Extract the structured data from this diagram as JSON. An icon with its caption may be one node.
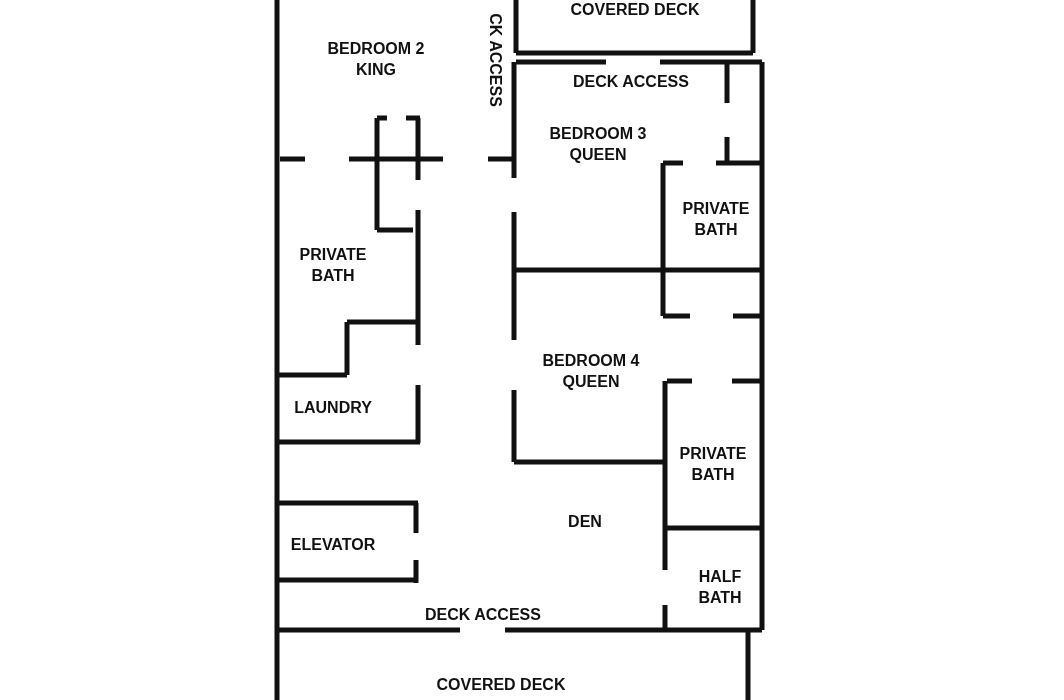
{
  "diagram": {
    "labels": [
      "COVERED DECK",
      "BEDROOM 2 KING",
      "CK ACCESS",
      "DECK ACCESS",
      "BEDROOM 3 QUEEN",
      "PRIVATE BATH",
      "PRIVATE BATH",
      "LAUNDRY",
      "BEDROOM 4 QUEEN",
      "PRIVATE BATH",
      "DEN",
      "ELEVATOR",
      "HALF BATH",
      "DECK ACCESS",
      "COVERED DECK"
    ]
  }
}
